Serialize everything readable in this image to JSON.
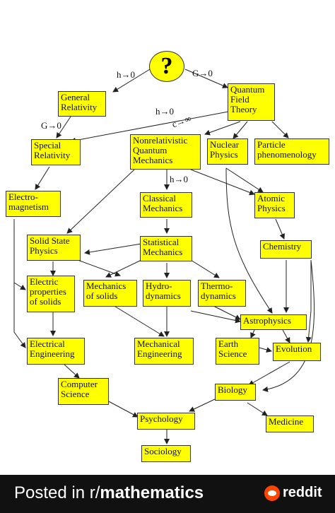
{
  "diagram": {
    "question": "?",
    "nodes": {
      "general_relativity": "General\nRelativity",
      "quantum_field_theory": "Quantum\nField\nTheory",
      "special_relativity": "Special\nRelativity",
      "nonrelativistic_qm": "Nonrelativistic\nQuantum\nMechanics",
      "nuclear_physics": "Nuclear\nPhysics",
      "particle_phenomenology": "Particle\nphenomenology",
      "electromagnetism": "Electro-\nmagnetism",
      "classical_mechanics": "Classical\nMechanics",
      "atomic_physics": "Atomic\nPhysics",
      "solid_state_physics": "Solid State\nPhysics",
      "statistical_mechanics": "Statistical\nMechanics",
      "chemistry": "Chemistry",
      "electric_properties": "Electric\nproperties\nof solids",
      "mechanics_of_solids": "Mechanics\nof solids",
      "hydrodynamics": "Hydro-\ndynamics",
      "thermodynamics": "Thermo-\ndynamics",
      "astrophysics": "Astrophysics",
      "electrical_engineering": "Electrical\nEngineering",
      "mechanical_engineering": "Mechanical\nEngineering",
      "earth_science": "Earth\nScience",
      "evolution": "Evolution",
      "computer_science": "Computer\nScience",
      "biology": "Biology",
      "psychology": "Psychology",
      "medicine": "Medicine",
      "sociology": "Sociology"
    },
    "edge_labels": {
      "h_left": "h→0",
      "g_right": "G→0",
      "g_left": "G→0",
      "h_mid": "h→0",
      "c_inf": "c→∞",
      "h_classical": "h→0"
    }
  },
  "footer": {
    "prefix": "Posted in r/",
    "subreddit": "mathematics",
    "logo": "reddit"
  }
}
